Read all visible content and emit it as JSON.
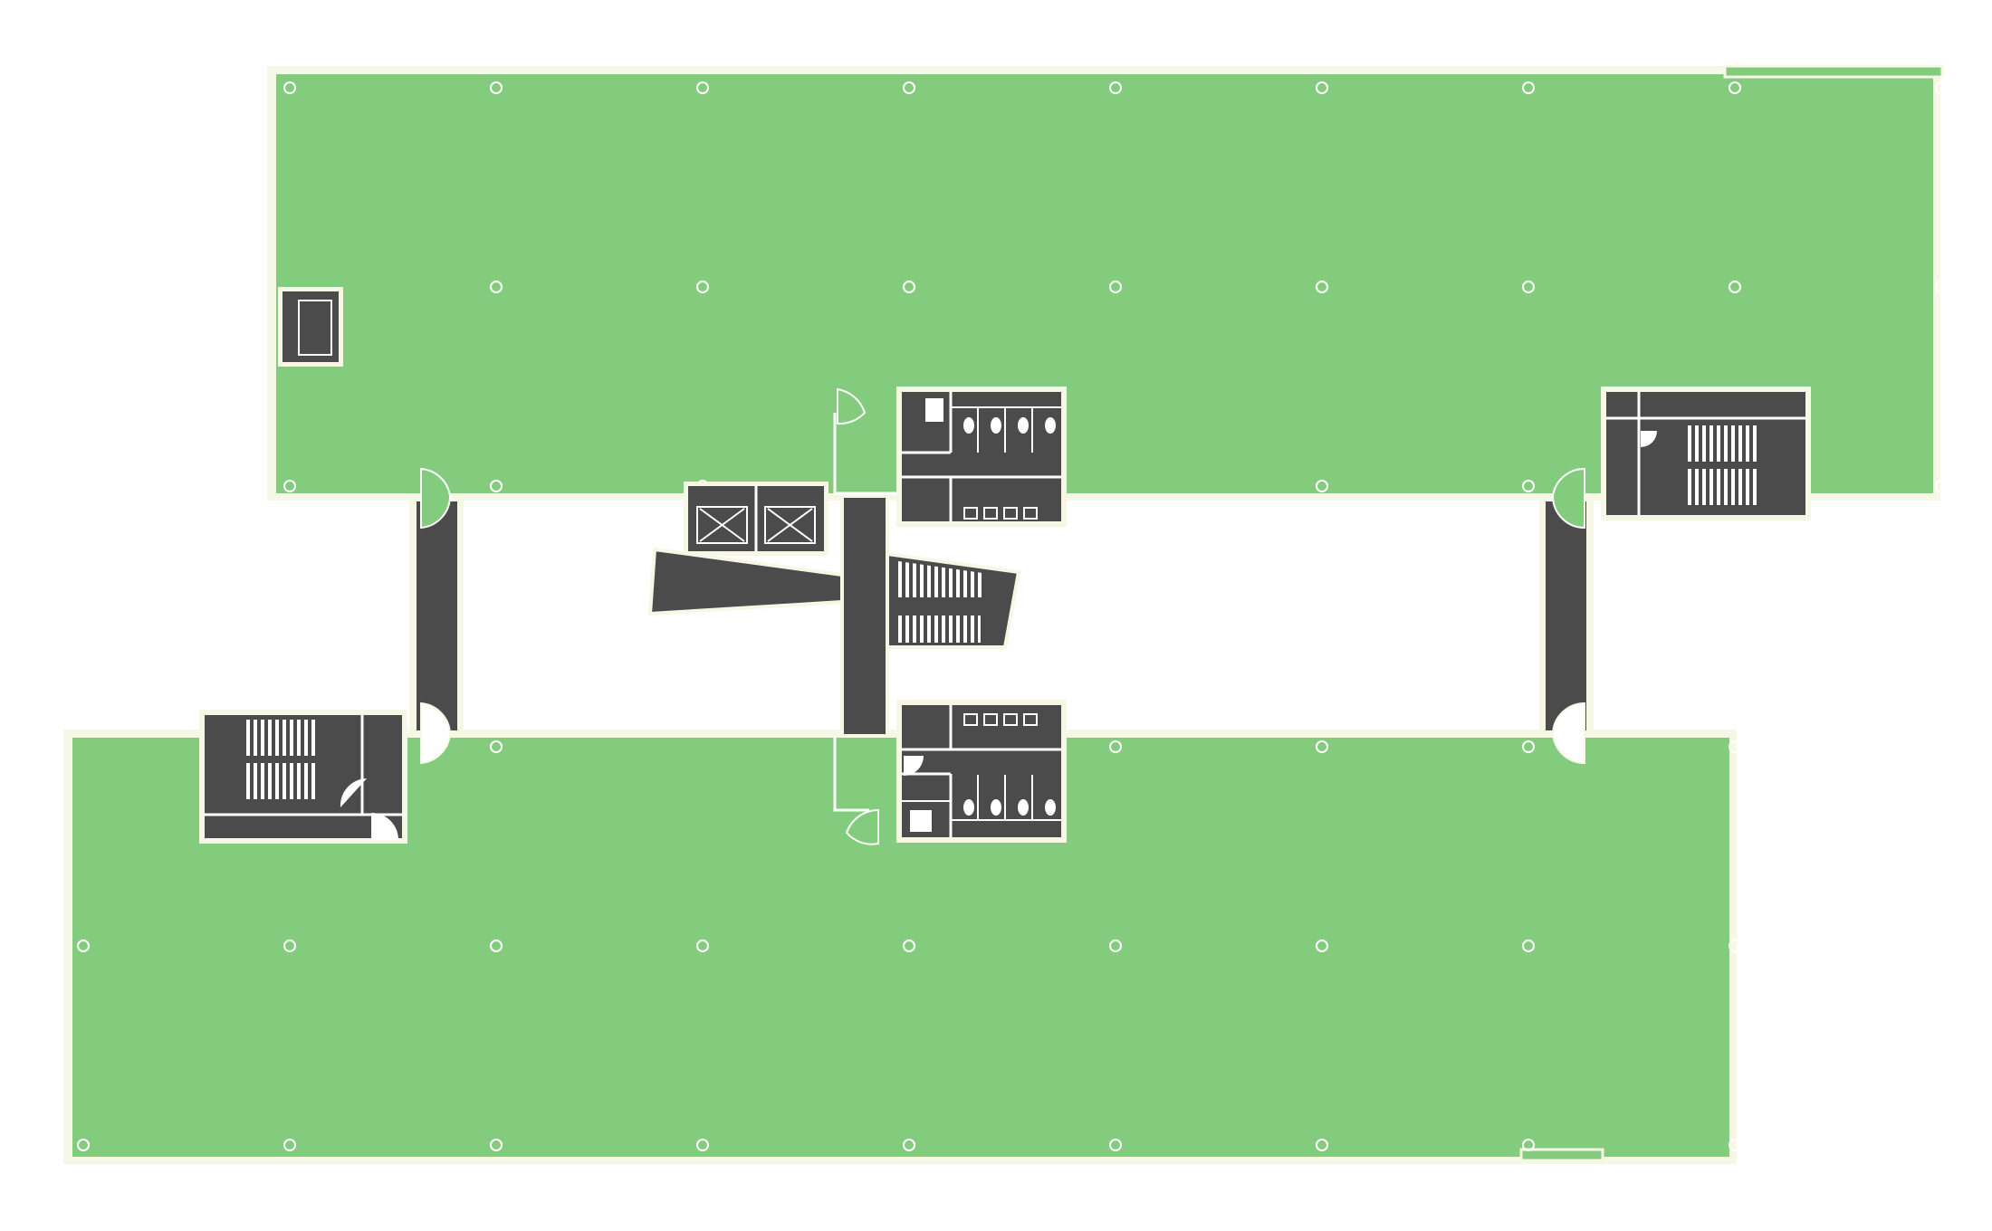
{
  "colors": {
    "background": "#ffffff",
    "floor": "#83cc7e",
    "core": "#4b4b4b",
    "outline": "#f7f7e6",
    "column": "#ffffff"
  },
  "plan": {
    "floor_zones": [
      "north-wing",
      "south-wing"
    ],
    "columns_per_row": 9,
    "cores": [
      "stair-core-west",
      "stair-core-east",
      "elevator-core",
      "central-corridor",
      "restroom-north",
      "restroom-south"
    ],
    "icons": [
      "elevator-icon",
      "stair-icon",
      "toilet-icon",
      "door-swing-icon",
      "column-marker-icon"
    ]
  }
}
